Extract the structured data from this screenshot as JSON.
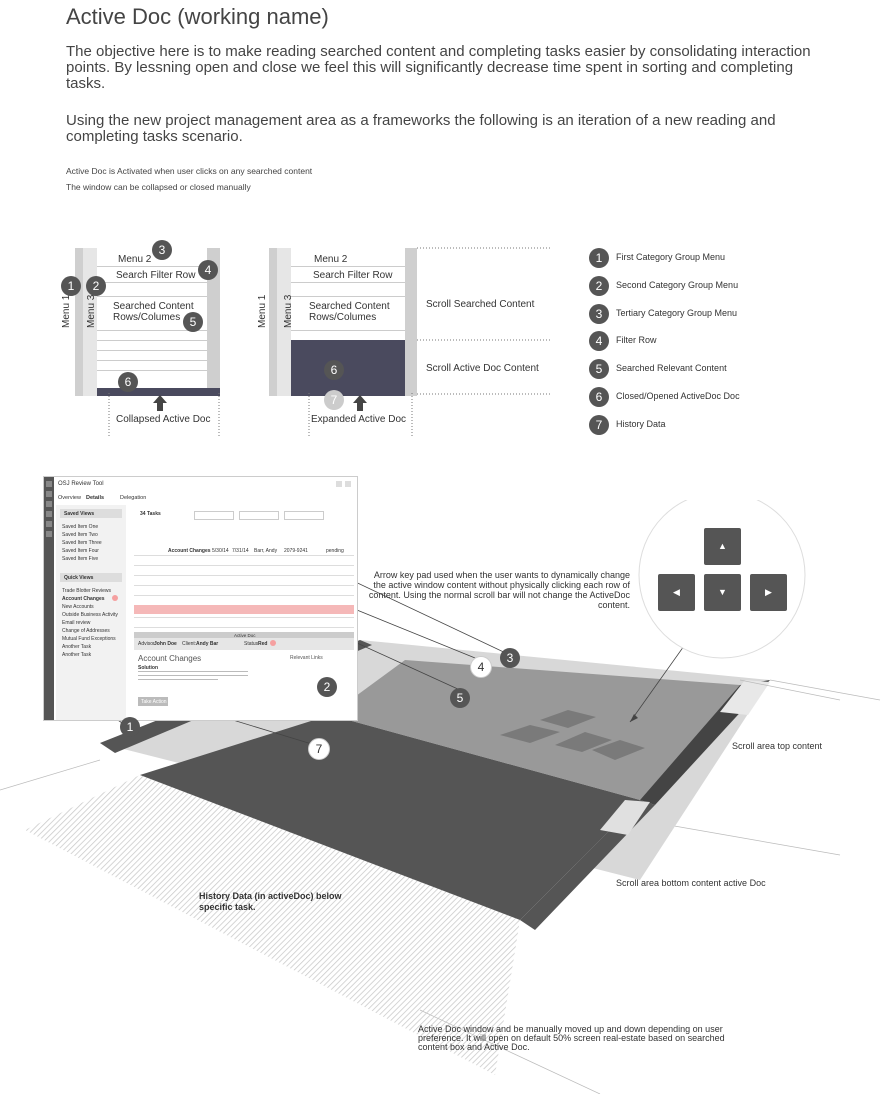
{
  "header": {
    "title": "Active Doc (working name)",
    "para1": "The objective here is to make reading searched content and completing tasks easier by consolidating interaction points.  By lessning open and close we feel this will significantly decrease time spent in sorting and completing tasks.",
    "para2": "Using the new project management area as a frameworks the following is an iteration of a new reading and completing tasks scenario.",
    "note1": "Active Doc is Activated when user clicks on any searched content",
    "note2": "The window can be collapsed or closed manually"
  },
  "wireframe": {
    "menu1": "Menu 1",
    "menu2": "Menu 2",
    "menu3": "Menu 3",
    "filter_row": "Search Filter Row",
    "content_line1": "Searched Content",
    "content_line2": "Rows/Columes",
    "collapsed_label": "Collapsed Active Doc",
    "expanded_label": "Expanded Active Doc",
    "scroll_searched": "Scroll Searched Content",
    "scroll_active": "Scroll Active Doc Content"
  },
  "badges": [
    "1",
    "2",
    "3",
    "4",
    "5",
    "6",
    "7"
  ],
  "legend": [
    {
      "num": "1",
      "text": "First Category Group Menu"
    },
    {
      "num": "2",
      "text": "Second Category Group Menu"
    },
    {
      "num": "3",
      "text": "Tertiary Category Group Menu"
    },
    {
      "num": "4",
      "text": "Filter Row"
    },
    {
      "num": "5",
      "text": "Searched Relevant Content"
    },
    {
      "num": "6",
      "text": "Closed/Opened ActiveDoc Doc"
    },
    {
      "num": "7",
      "text": "History Data"
    }
  ],
  "mock": {
    "app_title": "OSJ Review Tool",
    "tabs": [
      "Overview",
      "Details",
      "Delegation"
    ],
    "saved_views": "Saved Views",
    "saved_items": [
      "Saved Item One",
      "Saved Item Two",
      "Saved Item Three",
      "Saved Item Four",
      "Saved Item Five"
    ],
    "quick_views": "Quick Views",
    "quick_items": [
      "Trade Blotter Reviews",
      "Account Changes",
      "New Accounts",
      "Outside Business Activity",
      "Email review",
      "Change of Addresses",
      "Mutual Fund Exceptions",
      "Another Task",
      "Another Task"
    ],
    "tasks_count": "34 Tasks",
    "row_type": "Account Changes",
    "row_date1": "5/30/14",
    "row_date2": "7/31/14",
    "row_person": "Barr, Andy",
    "row_code": "2079-9241",
    "row_status": "pending",
    "active_doc_label": "Active Doc",
    "advisor_label": "Advisor:",
    "advisor_name": "John Doe",
    "client_label": "Client:",
    "client_name": "Andy Bar",
    "status_label": "Status:",
    "status_value": "Red",
    "doc_title": "Account Changes",
    "relevant_links": "Relevant Links",
    "solution_label": "Solution",
    "take_action": "Take Action"
  },
  "annotations": {
    "arrow_keypad": "Arrow key pad used when the user wants to dynamically change the active window content without physically clicking each row of content.  Using the normal scroll bar will not change the ActiveDoc content.",
    "scroll_top": "Scroll area top content",
    "scroll_bottom": "Scroll area bottom content active Doc",
    "history": "History Data (in activeDoc) below specific task.",
    "bottom_note": "Active Doc window and be manually moved up and down depending on user preference.  It will open on default 50% screen real-estate based on searched content box and Active Doc."
  },
  "colors": {
    "dark": "#555555",
    "navy": "#4a4a5e",
    "mid": "#8a8a8a",
    "light": "#cfcfcf",
    "highlight": "#f5b8b8"
  }
}
